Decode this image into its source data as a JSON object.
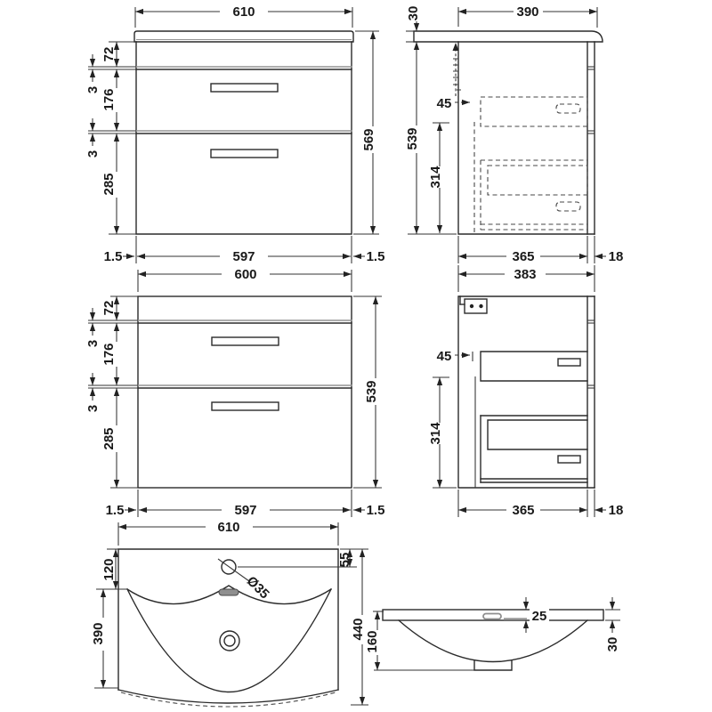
{
  "title": "Wall hung vanity unit and basin - dimensioned technical drawing",
  "colors": {
    "ink": "#222222",
    "light_gray": "#8f8f8f",
    "background": "#ffffff"
  },
  "views": {
    "front_with_worktop": {
      "dims": {
        "top_width": "610",
        "worktop_to_drawer": "72",
        "gap_a": "3",
        "drawer1_height": "176",
        "gap_b": "3",
        "drawer2_height": "285",
        "overall_height": "569",
        "bottom_edge_left": "1.5",
        "bottom_width": "597",
        "bottom_edge_right": "1.5"
      }
    },
    "side_with_worktop": {
      "dims": {
        "worktop_thickness": "30",
        "top_depth": "390",
        "back_offset": "45",
        "carcase_height": "539",
        "lower_height": "314",
        "bottom_depth": "365",
        "front_thickness": "18"
      }
    },
    "front_cabinet": {
      "dims": {
        "top_width": "600",
        "worktop_to_drawer": "72",
        "gap_a": "3",
        "drawer1_height": "176",
        "gap_b": "3",
        "drawer2_height": "285",
        "overall_height": "539",
        "bottom_edge_left": "1.5",
        "bottom_width": "597",
        "bottom_edge_right": "1.5"
      }
    },
    "side_cabinet": {
      "dims": {
        "top_depth": "383",
        "back_offset": "45",
        "lower_height": "314",
        "bottom_depth": "365",
        "front_thickness": "18"
      }
    },
    "basin_plan": {
      "dims": {
        "top_width": "610",
        "rim_to_bowl": "120",
        "bowl_depth": "390",
        "tap_hole": "Ø35",
        "tap_offset": "55",
        "overall_depth": "440"
      }
    },
    "basin_profile": {
      "dims": {
        "overall_height": "160",
        "recess_depth": "25",
        "rim_edge": "30"
      }
    }
  }
}
